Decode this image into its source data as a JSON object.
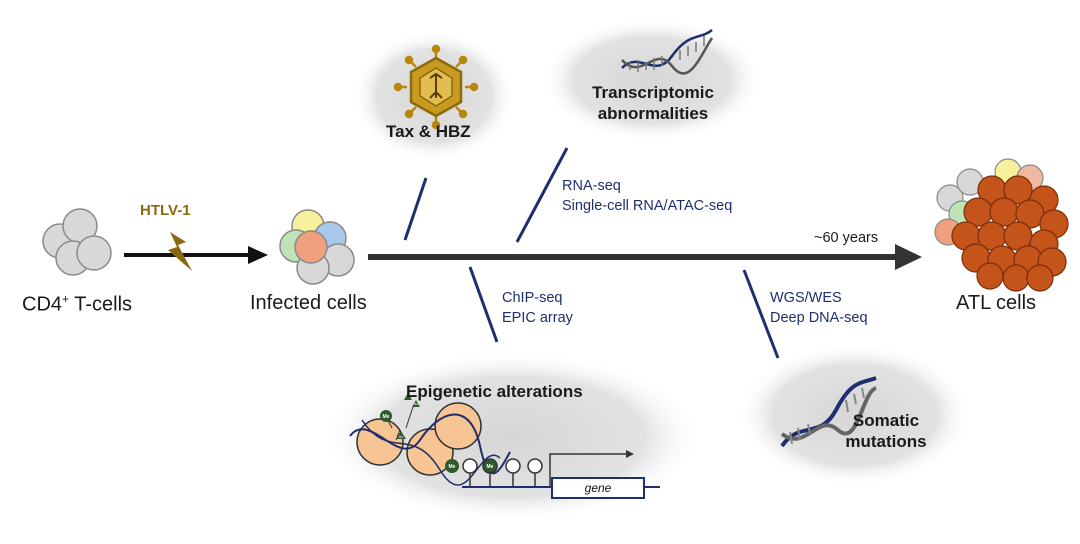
{
  "stages": {
    "cd4": {
      "prefix": "CD4",
      "sup": "+",
      "suffix": " T-cells"
    },
    "infected": "Infected cells",
    "atl": "ATL cells"
  },
  "trigger": "HTLV-1",
  "timeline": "~60 years",
  "events": {
    "tax_hbz": "Tax & HBZ",
    "transcriptomic": [
      "Transcriptomic",
      "abnormalities"
    ],
    "epigenetic": "Epigenetic alterations",
    "somatic": [
      "Somatic",
      "mutations"
    ]
  },
  "methods": {
    "rna": [
      "RNA-seq",
      "Single-cell RNA/ATAC-seq"
    ],
    "chip": [
      "ChIP-seq",
      "EPIC array"
    ],
    "wgs": [
      "WGS/WES",
      "Deep DNA-seq"
    ]
  },
  "marks": {
    "methyl": "Me",
    "acetyl": "Ac"
  },
  "gene_label": "gene",
  "colors": {
    "navy": "#1f2f6e",
    "htlv": "#8a6a10",
    "virus": "#b8860b",
    "tumor": "#c4541a",
    "nucleosome": "#f7c493"
  }
}
